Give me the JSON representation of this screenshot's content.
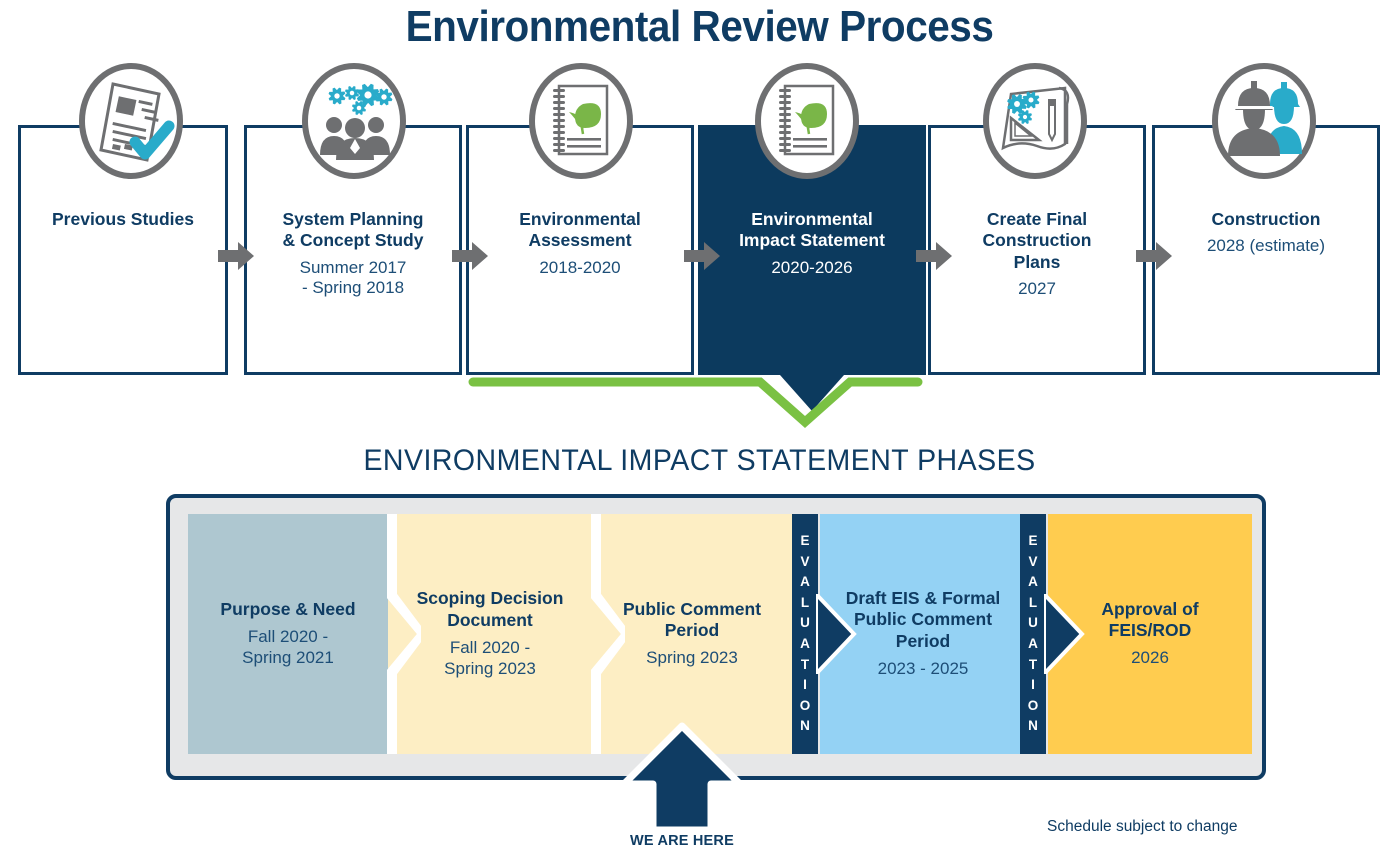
{
  "title": "Environmental Review Process",
  "process": {
    "steps": [
      {
        "name": "previous-studies",
        "title": "Previous Studies",
        "date": "",
        "icon": "document-check-icon",
        "active": false
      },
      {
        "name": "system-planning",
        "title": "System Planning\n& Concept Study",
        "date": "Summer 2017\n- Spring 2018",
        "icon": "people-gears-icon",
        "active": false
      },
      {
        "name": "environmental-assessment",
        "title": "Environmental\nAssessment",
        "date": "2018-2020",
        "icon": "notebook-leaf-icon",
        "active": false
      },
      {
        "name": "environmental-impact-statement",
        "title": "Environmental\nImpact Statement",
        "date": "2020-2026",
        "icon": "notebook-leaf-icon",
        "active": true
      },
      {
        "name": "create-final-construction-plans",
        "title": "Create Final\nConstruction\nPlans",
        "date": "2027",
        "icon": "blueprint-gears-icon",
        "active": false
      },
      {
        "name": "construction",
        "title": "Construction",
        "date": "2028 (estimate)",
        "icon": "construction-workers-icon",
        "active": false
      }
    ],
    "connector_icon": "right-arrow-icon"
  },
  "phases_heading": "ENVIRONMENTAL IMPACT STATEMENT PHASES",
  "phases": {
    "blocks": [
      {
        "name": "purpose-and-need",
        "title": "Purpose & Need",
        "date": "Fall 2020 -\nSpring 2021",
        "color": "#aec7d0"
      },
      {
        "name": "scoping-decision-document",
        "title": "Scoping Decision\nDocument",
        "date": "Fall 2020 -\nSpring 2023",
        "color": "#fdeec4"
      },
      {
        "name": "public-comment-period",
        "title": "Public Comment\nPeriod",
        "date": "Spring 2023",
        "color": "#fdeec4"
      },
      {
        "name": "draft-eis-formal-public-comment-period",
        "title": "Draft EIS & Formal\nPublic Comment\nPeriod",
        "date": "2023 - 2025",
        "color": "#94d2f4"
      },
      {
        "name": "approval-of-feis-rod",
        "title": "Approval of\nFEIS/ROD",
        "date": "2026",
        "color": "#ffcc4f"
      }
    ],
    "evaluation_label": "EVALUATION",
    "evaluation_bars": 2
  },
  "we_are_here": {
    "label": "WE ARE HERE",
    "icon": "up-arrow-icon"
  },
  "footer_note": "Schedule subject to change",
  "colors": {
    "navy": "#0f3c63",
    "navy_dark": "#0c3a5e",
    "green": "#7ac143",
    "gray_arrow": "#6e6f71",
    "cyan": "#29abca",
    "leaf_green": "#7ab648",
    "panel_gray": "#e6e7e8",
    "steel": "#aec7d0",
    "cream": "#fdeec4",
    "sky": "#94d2f4",
    "gold": "#ffcc4f"
  }
}
